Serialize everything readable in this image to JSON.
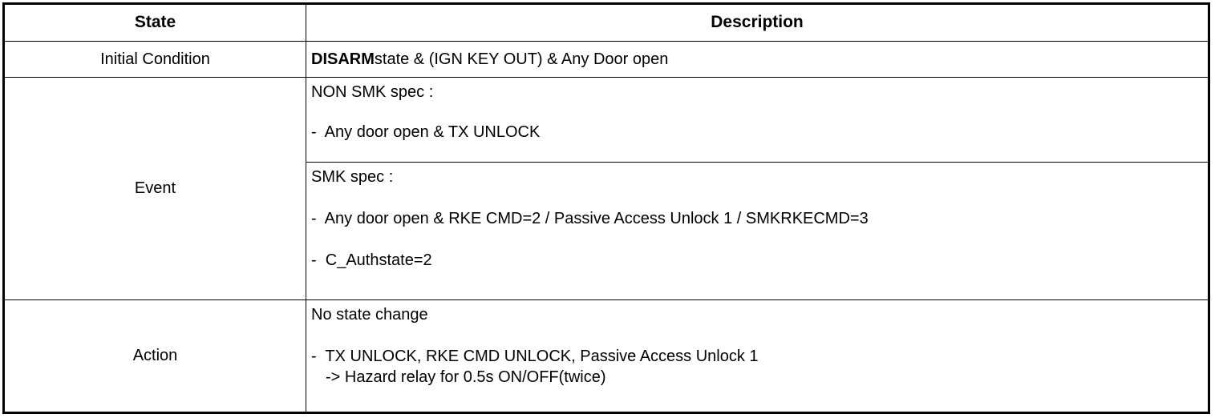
{
  "table": {
    "headers": {
      "state": "State",
      "description": "Description"
    },
    "rows": [
      {
        "state": "Initial Condition",
        "description": {
          "bold_prefix": "DISARM",
          "rest": "state & (IGN KEY OUT) & Any Door open"
        }
      },
      {
        "state": "Event",
        "sections": [
          {
            "heading": "NON SMK spec :",
            "items": [
              "-  Any door open & TX UNLOCK"
            ]
          },
          {
            "heading": "SMK spec :",
            "items": [
              "-  Any door open & RKE CMD=2 / Passive Access Unlock 1 / SMKRKECMD=3",
              "-  C_Authstate=2"
            ]
          }
        ]
      },
      {
        "state": "Action",
        "lines": [
          "No state change",
          "-  TX UNLOCK, RKE CMD UNLOCK, Passive Access Unlock 1",
          "-> Hazard relay for 0.5s ON/OFF(twice)"
        ]
      }
    ]
  },
  "colors": {
    "border": "#000000",
    "text": "#000000",
    "background": "#ffffff"
  }
}
